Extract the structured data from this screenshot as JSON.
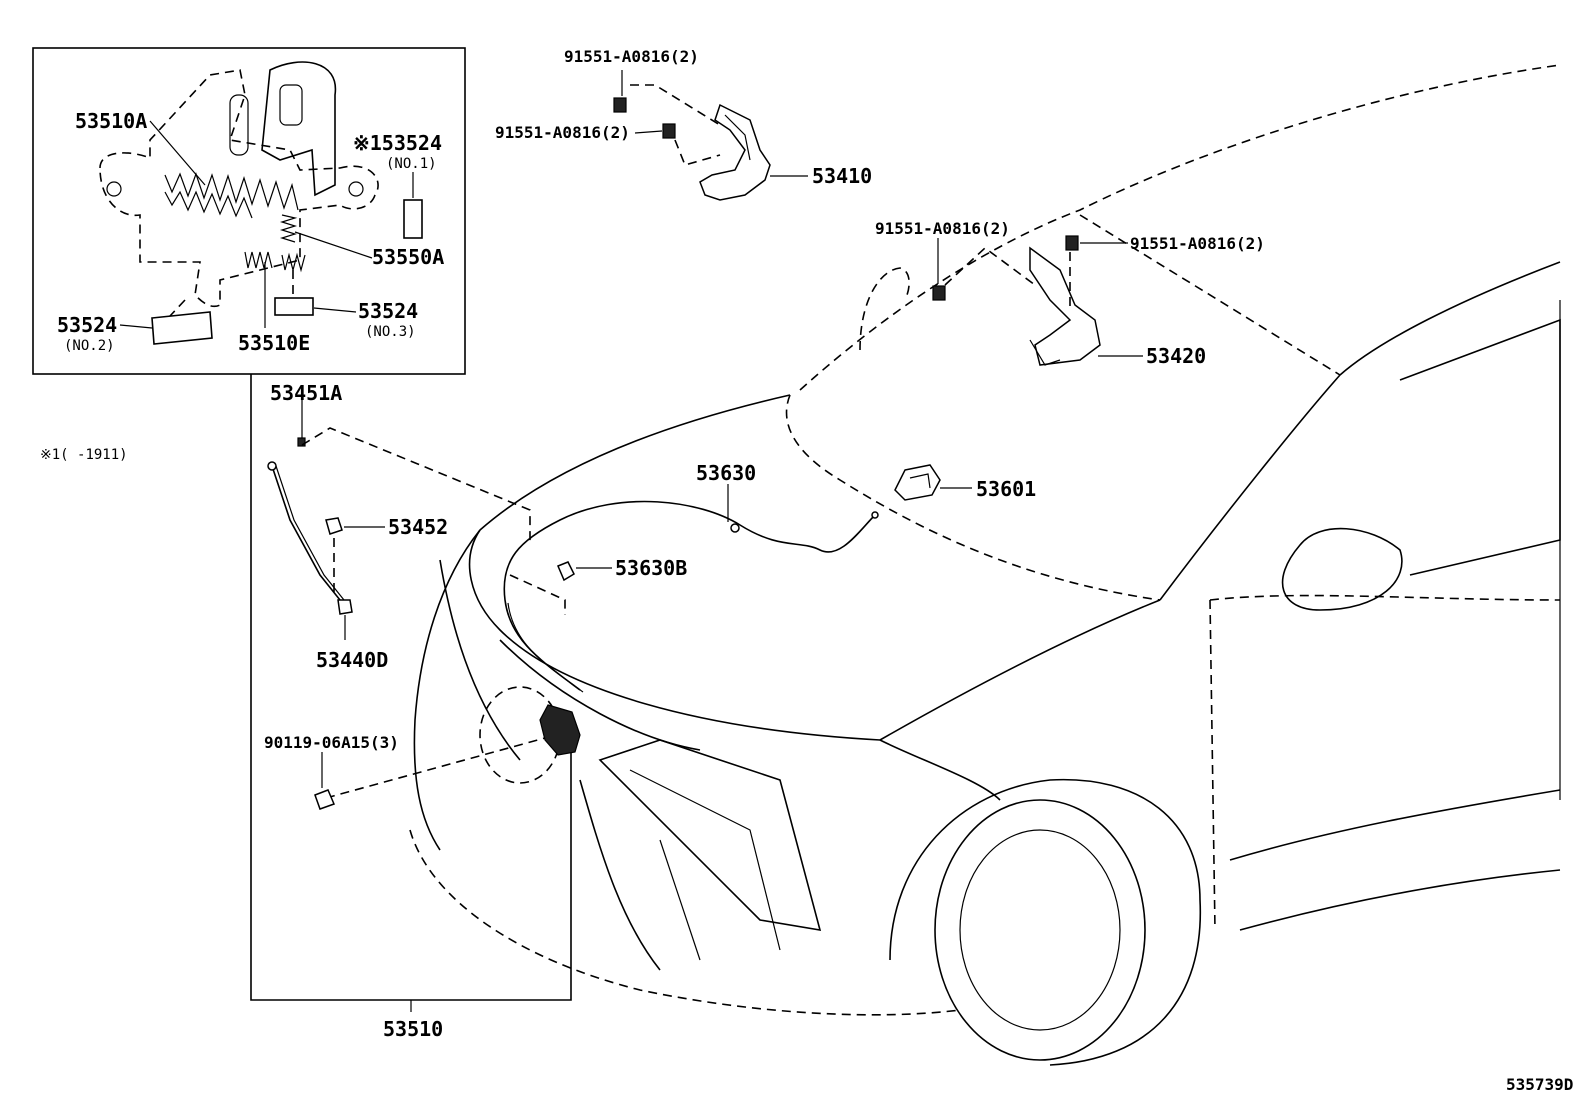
{
  "diagram": {
    "figure_code": "535739D",
    "inset_parts": {
      "p53510A": "53510A",
      "p53524_no1": "※153524",
      "p53524_no1_sub": "(NO.1)",
      "p53550A": "53550A",
      "p53524_no2": "53524",
      "p53524_no2_sub": "(NO.2)",
      "p53524_no3": "53524",
      "p53524_no3_sub": "(NO.3)",
      "p53510E": "53510E"
    },
    "footnote": "※1(    -1911)",
    "parts": {
      "bolt_a": "91551-A0816(2)",
      "bolt_b": "91551-A0816(2)",
      "hinge_lh": "53410",
      "bolt_c": "91551-A0816(2)",
      "bolt_d": "91551-A0816(2)",
      "hinge_rh": "53420",
      "support_rod": "53451A",
      "clip_53452": "53452",
      "holder_53440D": "53440D",
      "cable": "53630",
      "clamp": "53630B",
      "handle": "53601",
      "bolt_e": "90119-06A15(3)",
      "lock_assy": "53510"
    }
  }
}
